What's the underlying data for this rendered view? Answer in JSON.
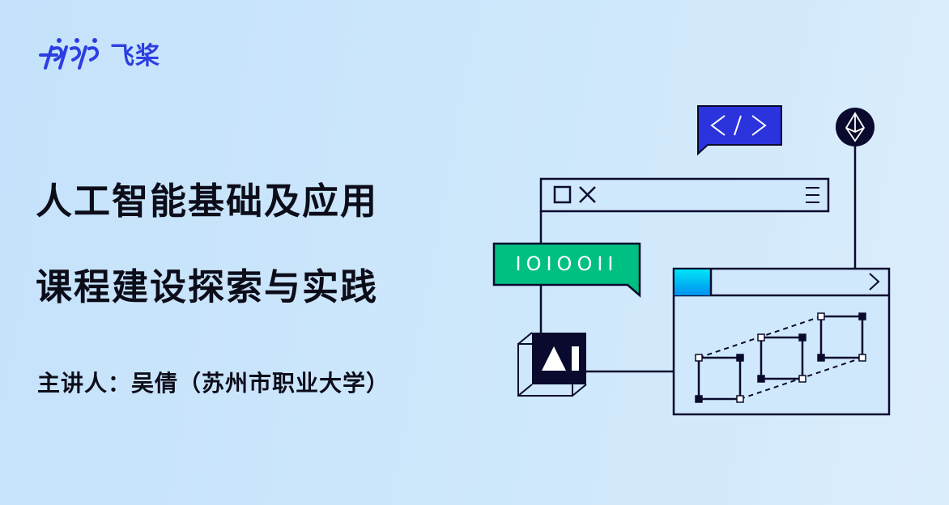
{
  "logo": {
    "brand_text": "飞桨",
    "colors": {
      "brand": "#2d3ee0"
    }
  },
  "title": {
    "line1": "人工智能基础及应用",
    "line2": "课程建设探索与实践"
  },
  "speaker": "主讲人：吴倩（苏州市职业大学）",
  "illustration": {
    "binary_text": "IOIOOII",
    "code_icon": "code-brackets-icon",
    "ai_label": "AI",
    "colors": {
      "code_bubble": "#2b33dd",
      "binary_bubble": "#00bf82",
      "ink": "#0a0a2e",
      "accent": "#00d2f5"
    }
  }
}
